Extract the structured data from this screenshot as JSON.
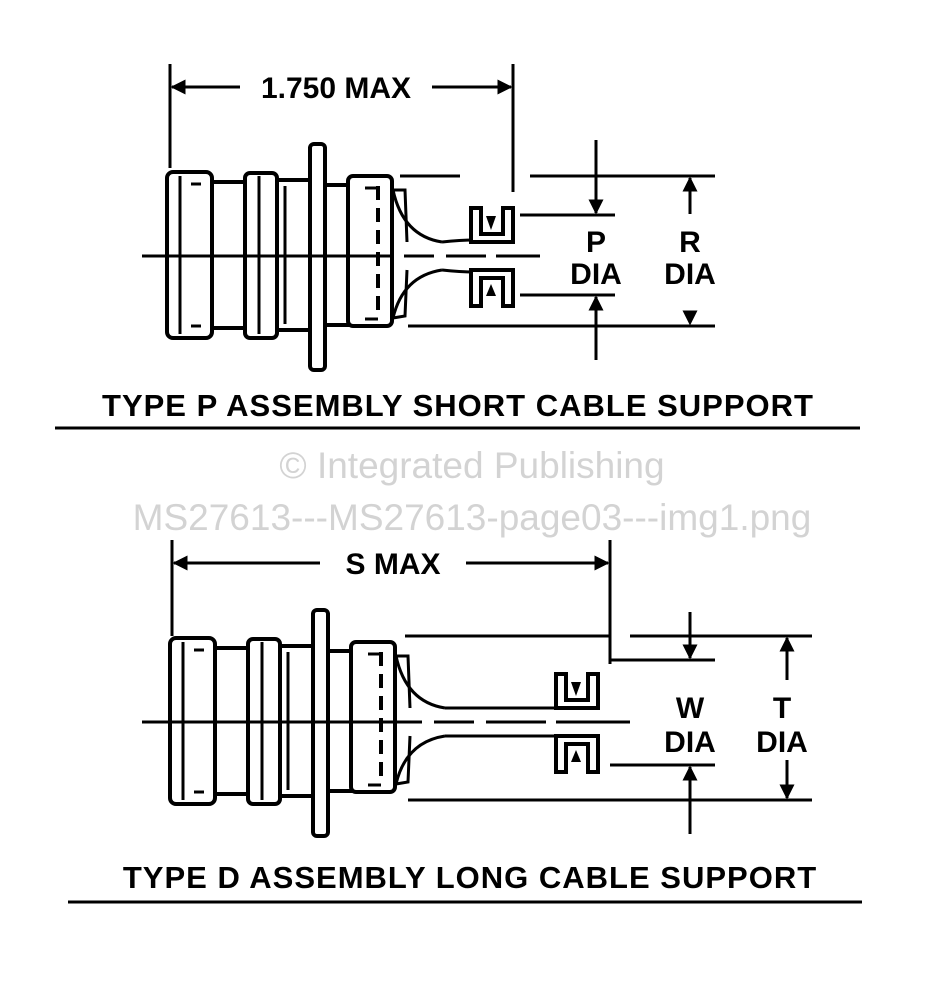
{
  "top": {
    "length_label": "1.750 MAX",
    "inner_dia": [
      "P",
      "DIA"
    ],
    "outer_dia": [
      "R",
      "DIA"
    ],
    "caption": "TYPE P ASSEMBLY  SHORT CABLE SUPPORT"
  },
  "watermark": {
    "line1": "© Integrated Publishing",
    "line2": "MS27613---MS27613-page03---img1.png"
  },
  "bottom": {
    "length_label": "S MAX",
    "inner_dia": [
      "W",
      "DIA"
    ],
    "outer_dia": [
      "T",
      "DIA"
    ],
    "caption": "TYPE D ASSEMBLY  LONG CABLE SUPPORT"
  }
}
